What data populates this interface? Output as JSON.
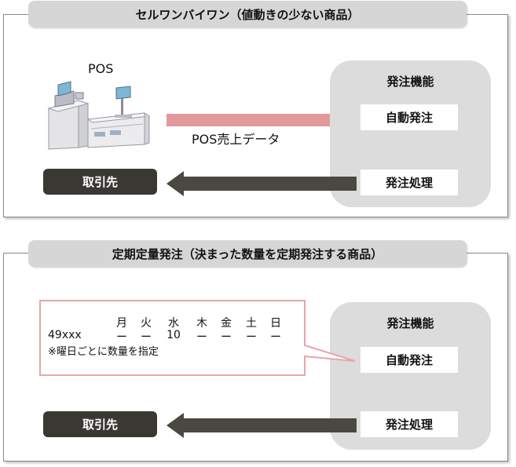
{
  "top": {
    "title": "セルワンバイワン（値動きの少ない商品）",
    "pos_label": "POS",
    "flow_label": "POS売上データ",
    "func_title": "発注機能",
    "auto_order": "自動発注",
    "order_process": "発注処理",
    "supplier": "取引先"
  },
  "bottom": {
    "title": "定期定量発注（決まった数量を定期発注する商品）",
    "schedule": {
      "days": [
        "月",
        "火",
        "水",
        "木",
        "金",
        "土",
        "日"
      ],
      "item_code": "49xxx",
      "values": [
        "ー",
        "ー",
        "10",
        "ー",
        "ー",
        "ー",
        "ー"
      ],
      "note": "※曜日ごとに数量を指定"
    },
    "func_title": "発注機能",
    "auto_order": "自動発注",
    "order_process": "発注処理",
    "supplier": "取引先"
  },
  "colors": {
    "pink_arrow": "#e3999c",
    "dark_arrow": "#4a4843",
    "dark_button": "#3a3833",
    "func_box": "#dcdcdc",
    "callout_border": "#e8a5a9"
  },
  "icons": {
    "pos_terminal": "pos-terminal-icon"
  }
}
